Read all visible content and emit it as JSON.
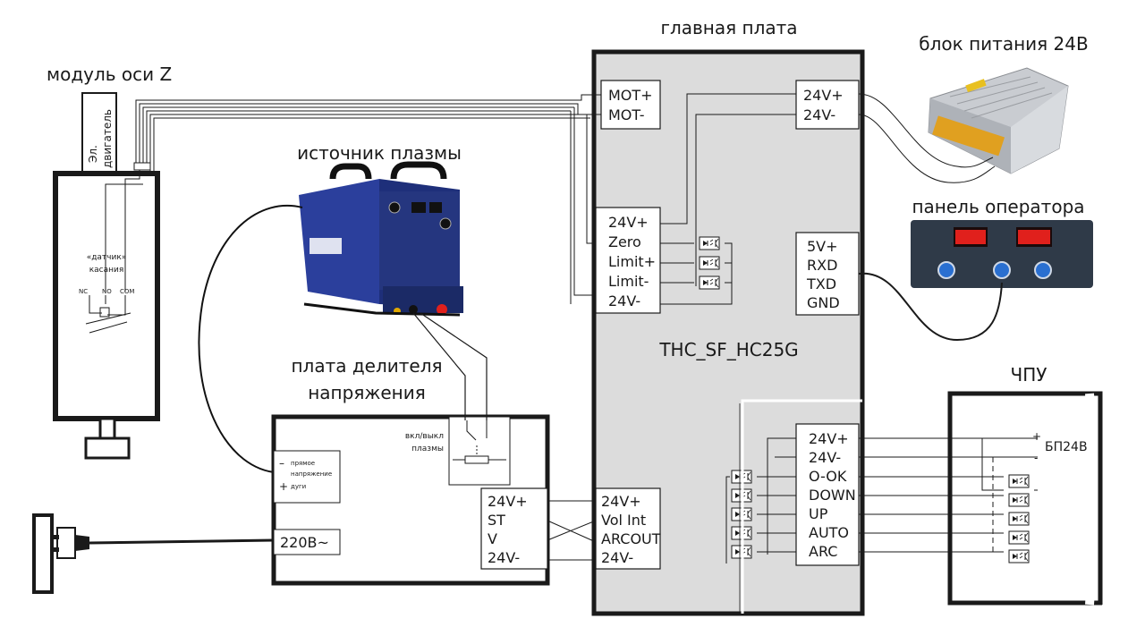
{
  "titles": {
    "main_board": "главная плата",
    "z_axis": "модуль оси Z",
    "plasma_source": "источник плазмы",
    "power_supply": "блок питания 24В",
    "operator_panel": "панель оператора",
    "divider_line1": "плата делителя",
    "divider_line2": "напряжения",
    "cnc": "ЧПУ"
  },
  "main_board": {
    "model": "THC_SF_HC25G",
    "motor_pins": [
      "MOT+",
      "MOT-"
    ],
    "power_pins": [
      "24V+",
      "24V-"
    ],
    "sensor_pins": [
      "24V+",
      "Zero",
      "Limit+",
      "Limit-",
      "24V-"
    ],
    "serial_pins": [
      "5V+",
      "RXD",
      "TXD",
      "GND"
    ],
    "io_pins": [
      "24V+",
      "24V-",
      "O-OK",
      "DOWN",
      "UP",
      "AUTO",
      "ARC"
    ],
    "divider_pins": [
      "24V+",
      "Vol Int",
      "ARCOUT",
      "24V-"
    ]
  },
  "z_module": {
    "motor_line1": "Эл.",
    "motor_line2": "двигатель",
    "sensor_line1": "«датчик»",
    "sensor_line2": "касания",
    "nc": "NC",
    "no": "NO",
    "com": "COM"
  },
  "divider": {
    "arc_voltage_minus": "–",
    "arc_voltage_line1": "прямое",
    "arc_voltage_line2": "напряжение",
    "arc_voltage_line3": "дуги",
    "arc_voltage_plus": "+",
    "mains": "220В~",
    "plasma_switch_line1": "вкл/выкл",
    "plasma_switch_line2": "плазмы",
    "pins": [
      "24V+",
      "ST",
      "V",
      "24V-"
    ]
  },
  "cnc": {
    "supply": "БП24В",
    "plus": "+",
    "minus": "-"
  },
  "colors": {
    "board_fill": "#dcdcdc",
    "line": "#1a1a1a",
    "machine_blue": "#2b3f9c",
    "panel_dark": "#2f3a48",
    "display_red": "#e0201c",
    "knob_blue": "#2a6fd0",
    "psu_silver": "#c9ccd1"
  }
}
